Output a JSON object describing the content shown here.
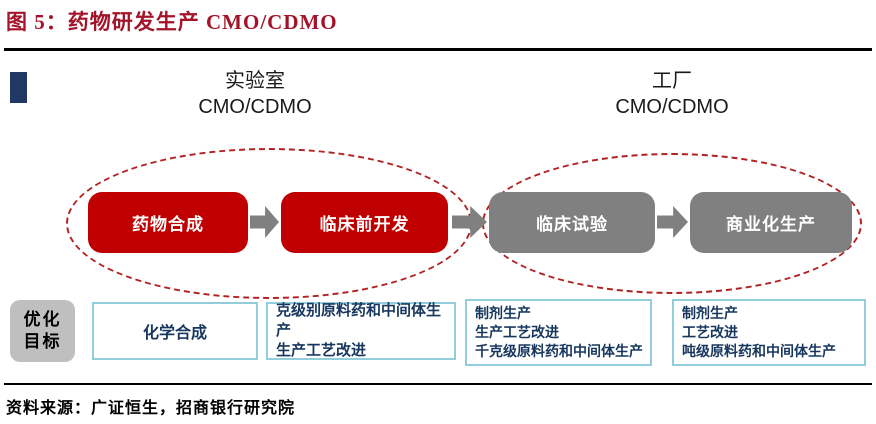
{
  "title": "图 5：药物研发生产 CMO/CDMO",
  "colors": {
    "title_red": "#A3142B",
    "box_red": "#C00000",
    "box_gray": "#808080",
    "ellipse_dash_red": "#B22222",
    "opt_border_teal": "#92CDDC",
    "opt_text_navy": "#17375E",
    "opt_label_gray": "#BFBFBF",
    "accent_navy": "#1F3864"
  },
  "stages": {
    "lab": {
      "line1": "实验室",
      "line2": "CMO/CDMO"
    },
    "factory": {
      "line1": "工厂",
      "line2": "CMO/CDMO"
    }
  },
  "flow": [
    {
      "label": "药物合成",
      "type": "red"
    },
    {
      "label": "临床前开发",
      "type": "red"
    },
    {
      "label": "临床试验",
      "type": "gray"
    },
    {
      "label": "商业化生产",
      "type": "gray"
    }
  ],
  "optimization": {
    "label_line1": "优化",
    "label_line2": "目标",
    "boxes": [
      {
        "lines": [
          "化学合成"
        ]
      },
      {
        "lines": [
          "克级别原料药和中间体生产",
          "生产工艺改进"
        ]
      },
      {
        "lines": [
          "制剂生产",
          "生产工艺改进",
          "千克级原料药和中间体生产"
        ]
      },
      {
        "lines": [
          "制剂生产",
          "工艺改进",
          "吨级原料药和中间体生产"
        ]
      }
    ]
  },
  "source": "资料来源：广证恒生，招商银行研究院"
}
